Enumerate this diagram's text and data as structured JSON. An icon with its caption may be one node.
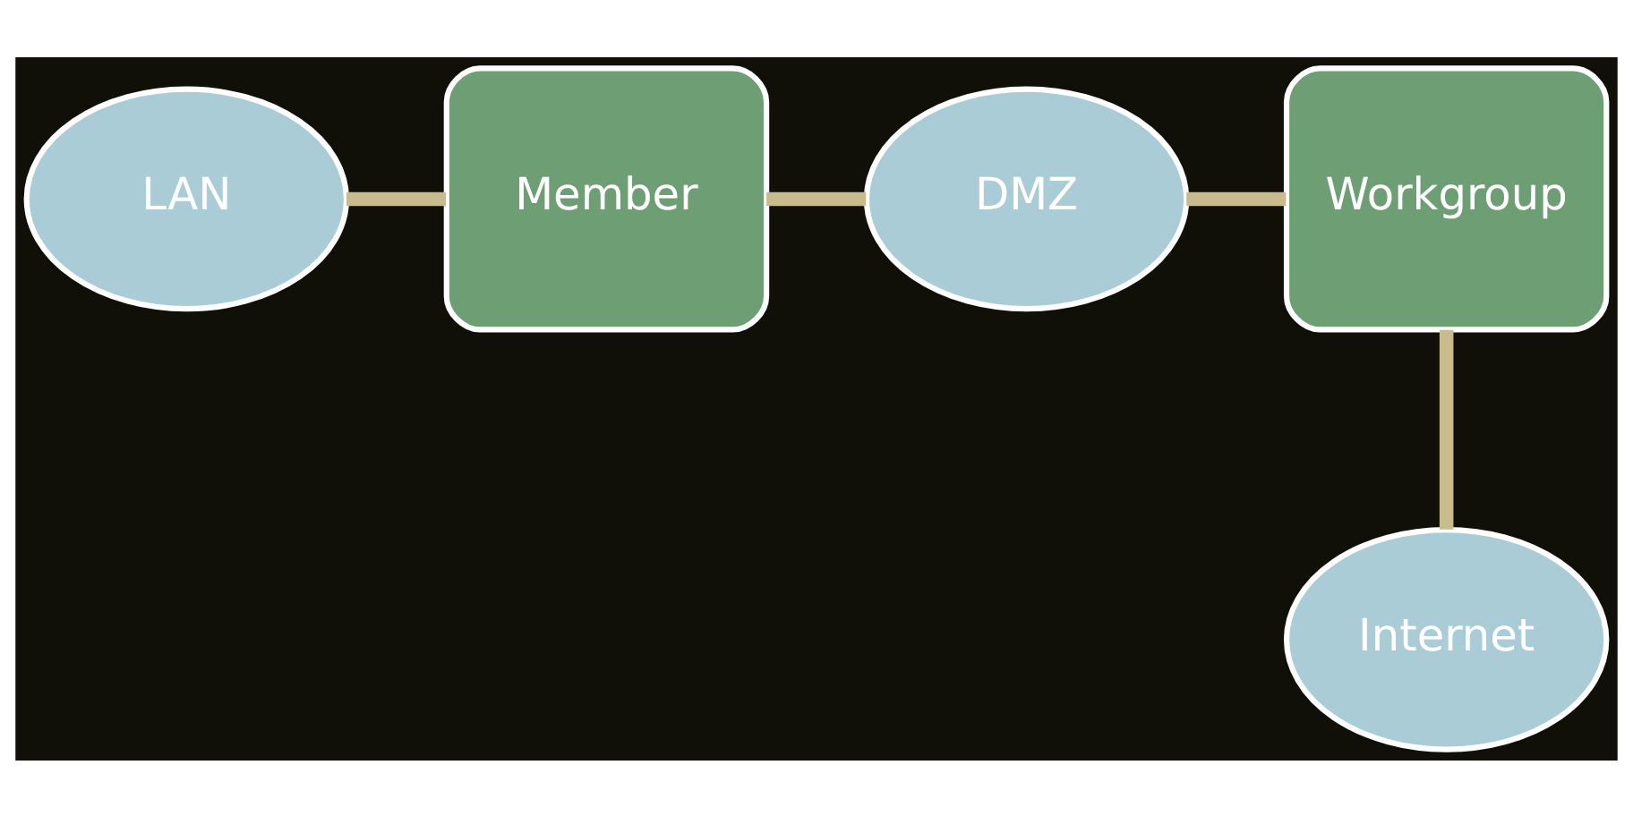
{
  "diagram": {
    "nodes": [
      {
        "text": [
          "LAN"
        ]
      },
      {
        "text": [
          "Member"
        ]
      },
      {
        "text": [
          "DMZ"
        ]
      },
      {
        "text": [
          "Workgroup"
        ]
      },
      {
        "text": [
          "Internet"
        ]
      }
    ],
    "edges": [
      {
        "from": 0,
        "to": 1,
        "arrow": "none"
      },
      {
        "from": 1,
        "to": 2,
        "arrow": "none"
      },
      {
        "from": 2,
        "to": 3,
        "arrow": "none"
      },
      {
        "from": 3,
        "to": 4,
        "arrow": "none"
      }
    ]
  }
}
